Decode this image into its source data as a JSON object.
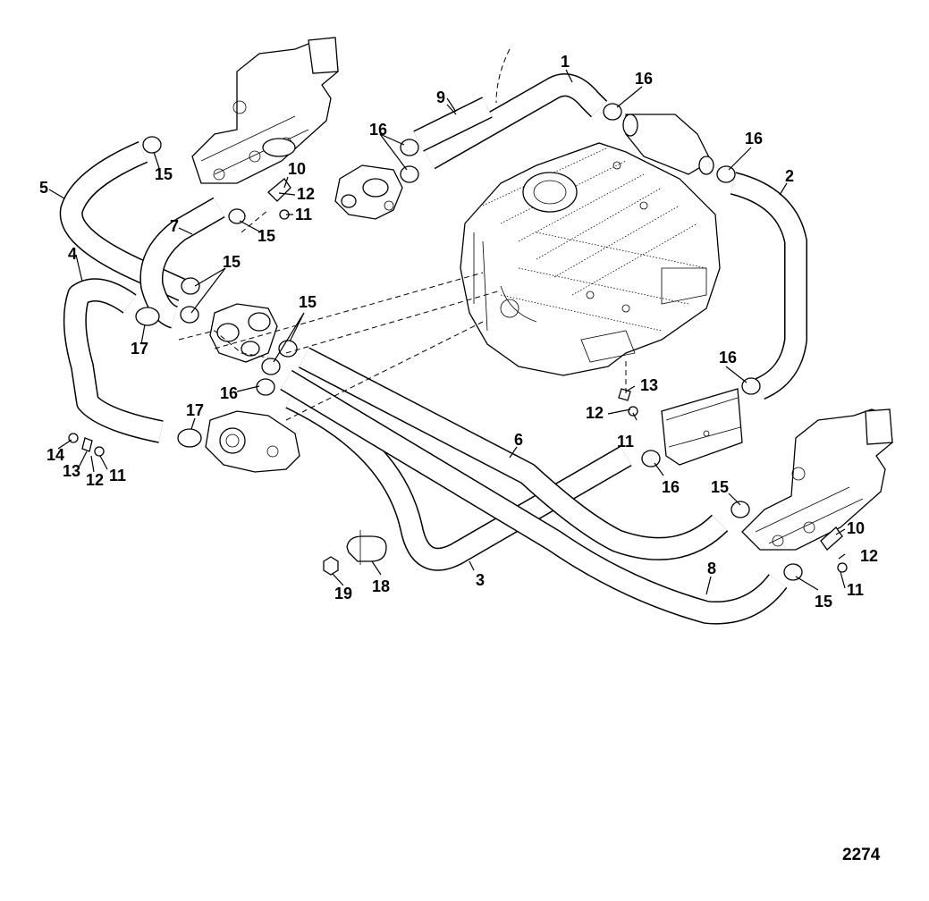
{
  "figure_number": "2274",
  "callouts": [
    "1",
    "2",
    "3",
    "4",
    "5",
    "6",
    "7",
    "8",
    "9",
    "10",
    "11",
    "12",
    "13",
    "14",
    "15",
    "16",
    "17",
    "18",
    "19"
  ]
}
